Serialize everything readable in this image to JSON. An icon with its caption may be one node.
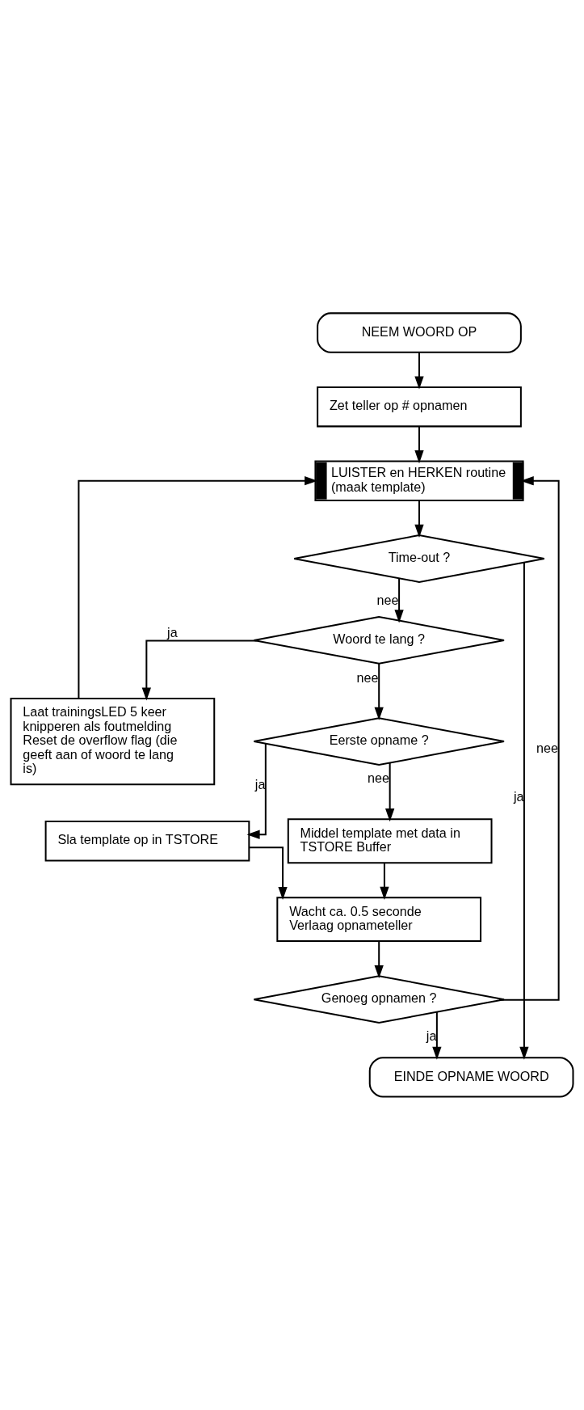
{
  "diagram": {
    "nodes": [
      {
        "text": [
          "NEEM WOORD OP"
        ]
      },
      {
        "text": [
          "Zet teller op # opnamen"
        ]
      },
      {
        "text": [
          "LUISTER en HERKEN routine (maak template)"
        ]
      },
      {
        "text": [
          "Time-out ?"
        ]
      },
      {
        "text": [
          "Woord te lang ?"
        ]
      },
      {
        "text": [
          "Laat trainingsLED 5 keer knipperen als foutmelding Reset de overflow flag (die geeft aan of woord te lang is)"
        ]
      },
      {
        "text": [
          "Eerste opname ?"
        ]
      },
      {
        "text": [
          "Sla template op in TSTORE"
        ]
      },
      {
        "text": [
          "Middel template met data in TSTORE Buffer"
        ]
      },
      {
        "text": [
          "Wacht ca. 0.5 seconde Verlaag opnameteller"
        ]
      },
      {
        "text": [
          "Genoeg opnamen ?"
        ]
      },
      {
        "text": [
          "EINDE OPNAME WOORD"
        ]
      }
    ],
    "edges": [
      {
        "from": 0,
        "to": 1,
        "arrow": "to"
      },
      {
        "from": 1,
        "to": 2,
        "arrow": "to"
      },
      {
        "from": 2,
        "to": 3,
        "arrow": "to"
      },
      {
        "from": 3,
        "to": 11,
        "arrow": "to",
        "label": "ja"
      },
      {
        "from": 3,
        "to": 4,
        "arrow": "to",
        "label": "nee"
      },
      {
        "from": 4,
        "to": 6,
        "arrow": "to",
        "label": "nee"
      },
      {
        "from": 4,
        "to": 5,
        "arrow": "to",
        "label": "ja"
      },
      {
        "from": 5,
        "to": 2,
        "arrow": "to"
      },
      {
        "from": 6,
        "to": 7,
        "arrow": "to",
        "label": "ja"
      },
      {
        "from": 6,
        "to": 8,
        "arrow": "to",
        "label": "nee"
      },
      {
        "from": 7,
        "to": 9,
        "arrow": "to"
      },
      {
        "from": 8,
        "to": 9,
        "arrow": "to"
      },
      {
        "from": 9,
        "to": 10,
        "arrow": "to"
      },
      {
        "from": 10,
        "to": 2,
        "arrow": "to",
        "label": "nee"
      },
      {
        "from": 10,
        "to": 11,
        "arrow": "to",
        "label": "ja"
      }
    ]
  }
}
